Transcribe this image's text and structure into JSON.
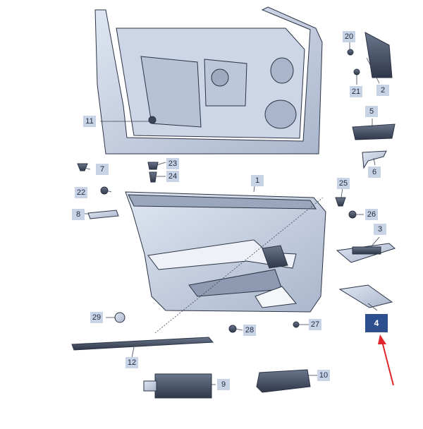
{
  "diagram": {
    "highlighted_part": "4",
    "colors": {
      "part_fill": "#c5d0e3",
      "part_dark": "#3c4659",
      "part_outline": "#2b3445",
      "label_bg": "#c9d3e6",
      "highlight_bg": "#2e4f8e",
      "arrow": "#e0262c"
    },
    "callouts": [
      {
        "id": "c1",
        "label": "1"
      },
      {
        "id": "c2",
        "label": "2"
      },
      {
        "id": "c3",
        "label": "3"
      },
      {
        "id": "c4",
        "label": "4"
      },
      {
        "id": "c5",
        "label": "5"
      },
      {
        "id": "c6",
        "label": "6"
      },
      {
        "id": "c7",
        "label": "7"
      },
      {
        "id": "c8",
        "label": "8"
      },
      {
        "id": "c9",
        "label": "9"
      },
      {
        "id": "c10",
        "label": "10"
      },
      {
        "id": "c11",
        "label": "11"
      },
      {
        "id": "c12",
        "label": "12"
      },
      {
        "id": "c20",
        "label": "20"
      },
      {
        "id": "c21",
        "label": "21"
      },
      {
        "id": "c22",
        "label": "22"
      },
      {
        "id": "c23",
        "label": "23"
      },
      {
        "id": "c24",
        "label": "24"
      },
      {
        "id": "c25",
        "label": "25"
      },
      {
        "id": "c26",
        "label": "26"
      },
      {
        "id": "c27",
        "label": "27"
      },
      {
        "id": "c28",
        "label": "28"
      },
      {
        "id": "c29",
        "label": "29"
      }
    ]
  }
}
